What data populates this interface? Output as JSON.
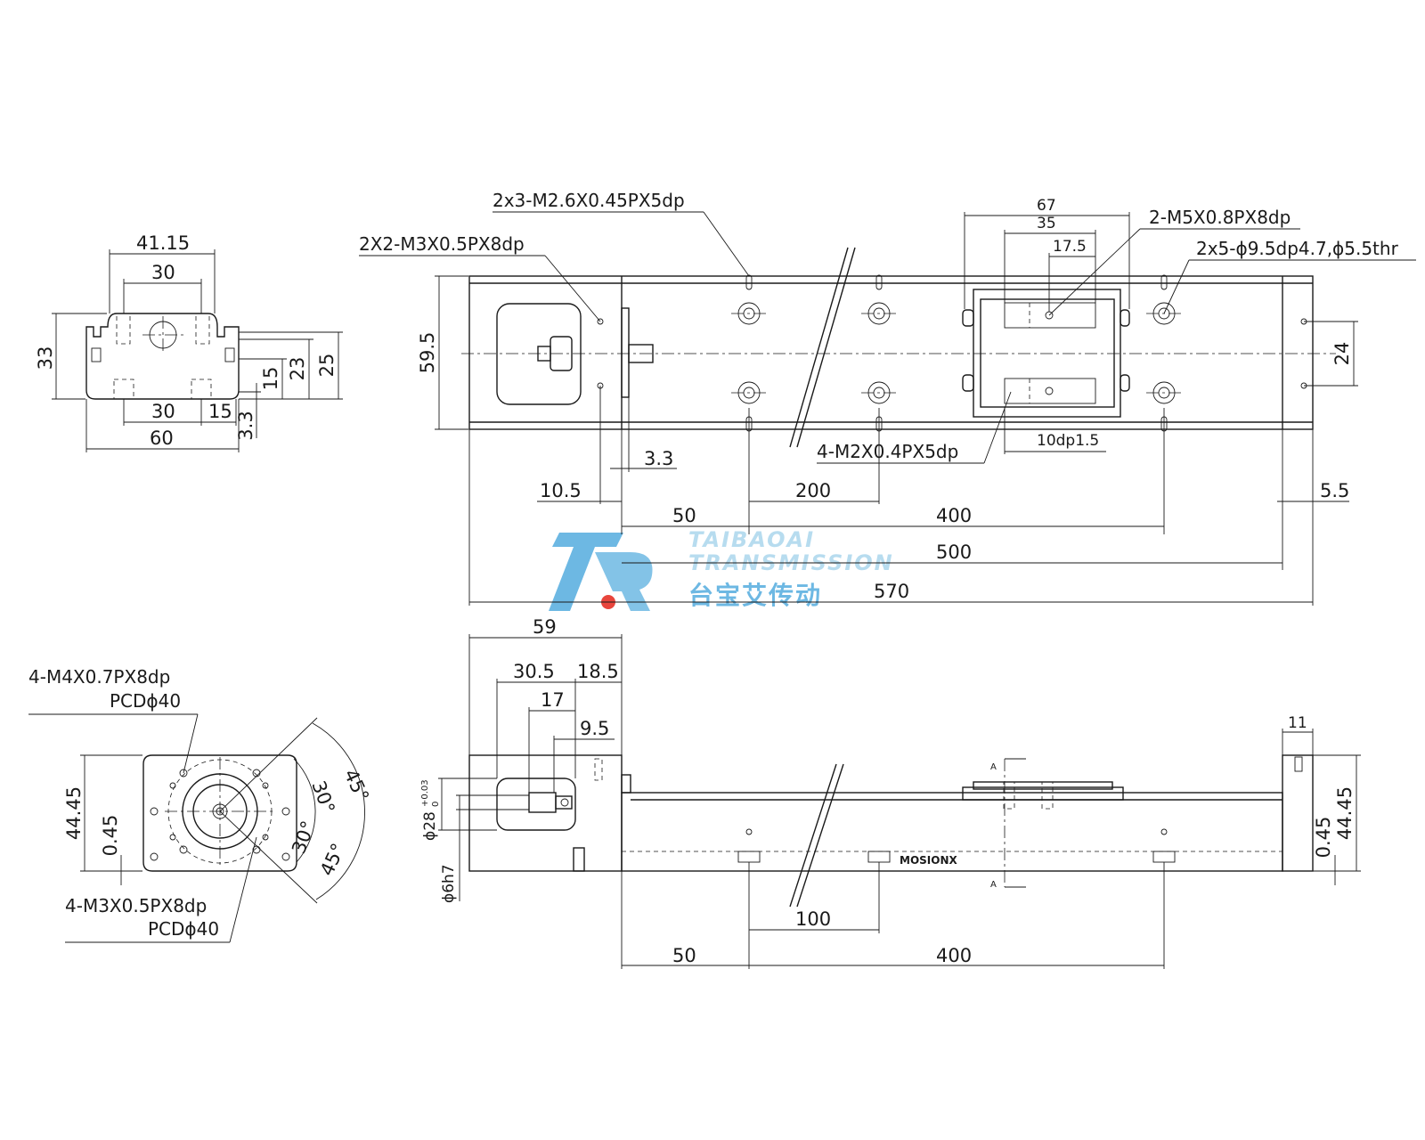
{
  "watermark": {
    "line1": "TAIBAOAI",
    "line2": "TRANSMISSION",
    "chinese": "台宝艾传动",
    "brand_blue": "#6db8e3",
    "brand_light": "#b7dcef",
    "brand_red": "#e8453c"
  },
  "logo_text": "MOSIONX",
  "end_view_top": {
    "dims": {
      "w_41_15": "41.15",
      "w_30_top": "30",
      "h_33": "33",
      "h_25": "25",
      "h_23": "23",
      "h_15_v": "15",
      "w_30_bot": "30",
      "w_15": "15",
      "h_3_3": "3.3",
      "w_60": "60"
    }
  },
  "plan_view": {
    "callouts": {
      "m26": "2x3-M2.6X0.45PX5dp",
      "m3": "2X2-M3X0.5PX8dp",
      "m5": "2-M5X0.8PX8dp",
      "holes": "2x5-ϕ9.5dp4.7,ϕ5.5thr",
      "m2": "4-M2X0.4PX5dp",
      "dp": "10dp1.5"
    },
    "dims": {
      "d67": "67",
      "d35": "35",
      "d17_5": "17.5",
      "d59_5": "59.5",
      "d24": "24",
      "d3_3": "3.3",
      "d10_5": "10.5",
      "d200": "200",
      "d5_5": "5.5",
      "d50": "50",
      "d400": "400",
      "d500": "500",
      "d570": "570"
    }
  },
  "motor_flange_view": {
    "callouts": {
      "m4": "4-M4X0.7PX8dp",
      "m4_pcd": "PCDϕ40",
      "m3": "4-M3X0.5PX8dp",
      "m3_pcd": "PCDϕ40"
    },
    "dims": {
      "h_44_45": "44.45",
      "h_0_45": "0.45",
      "a45_top": "45°",
      "a30_top": "30°",
      "a30_bot": "30°",
      "a45_bot": "45°"
    }
  },
  "side_view": {
    "dims": {
      "d59": "59",
      "d30_5": "30.5",
      "d18_5": "18.5",
      "d17": "17",
      "d9_5": "9.5",
      "d11": "11",
      "d28": "ϕ28",
      "d28_tol_up": "+0.03",
      "d28_tol_lo": "0",
      "d6h7": "ϕ6h7",
      "d44_45": "44.45",
      "d0_45": "0.45",
      "d100": "100",
      "d50": "50",
      "d400": "400",
      "sec_a": "A"
    }
  }
}
